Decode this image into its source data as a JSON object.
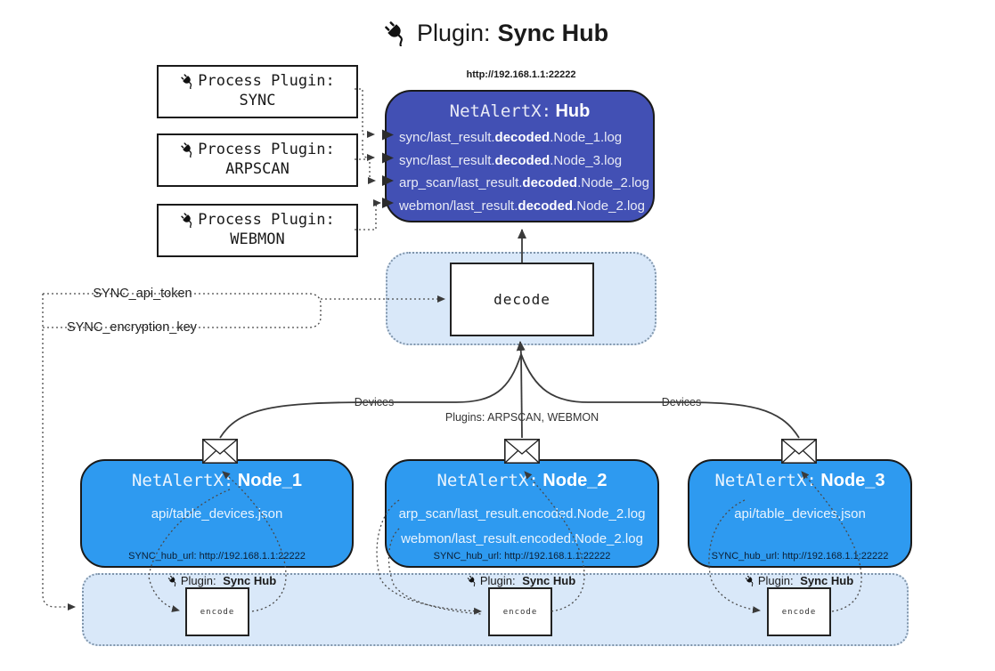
{
  "title": {
    "prefix": "Plugin:",
    "bold": "Sync Hub"
  },
  "process_plugins": [
    {
      "label": "Process Plugin:",
      "name": "SYNC"
    },
    {
      "label": "Process Plugin:",
      "name": "ARPSCAN"
    },
    {
      "label": "Process Plugin:",
      "name": "WEBMON"
    }
  ],
  "hub": {
    "url": "http://192.168.1.1:22222",
    "title_prefix": "NetAlertX:",
    "title_bold": "Hub",
    "files": [
      {
        "pre": "sync/last_result.",
        "bold": "decoded",
        "post": ".Node_1.log"
      },
      {
        "pre": "sync/last_result.",
        "bold": "decoded",
        "post": ".Node_3.log"
      },
      {
        "pre": "arp_scan/last_result.",
        "bold": "decoded",
        "post": ".Node_2.log"
      },
      {
        "pre": "webmon/last_result.",
        "bold": "decoded",
        "post": ".Node_2.log"
      }
    ]
  },
  "decode": {
    "label": "decode"
  },
  "secrets": {
    "api_token": "SYNC_api_token",
    "encryption_key": "SYNC_encryption_key"
  },
  "edges": {
    "devices_left": "Devices",
    "devices_right": "Devices",
    "plugins_center": "Plugins: ARPSCAN, WEBMON"
  },
  "nodes": [
    {
      "title_prefix": "NetAlertX:",
      "title_bold": "Node_1",
      "lines": [
        "api/table_devices.json"
      ],
      "footer": "SYNC_hub_url: http://192.168.1.1:22222"
    },
    {
      "title_prefix": "NetAlertX:",
      "title_bold": "Node_2",
      "lines": [
        "arp_scan/last_result.encoded.Node_2.log",
        "webmon/last_result.encoded.Node_2.log"
      ],
      "footer": "SYNC_hub_url: http://192.168.1.1:22222"
    },
    {
      "title_prefix": "NetAlertX:",
      "title_bold": "Node_3",
      "lines": [
        "api/table_devices.json"
      ],
      "footer": "SYNC_hub_url: http://192.168.1.1:22222"
    }
  ],
  "encoders": [
    {
      "plugin_prefix": "Plugin:",
      "plugin_bold": "Sync Hub",
      "box_label": "encode"
    },
    {
      "plugin_prefix": "Plugin:",
      "plugin_bold": "Sync Hub",
      "box_label": "encode"
    },
    {
      "plugin_prefix": "Plugin:",
      "plugin_bold": "Sync Hub",
      "box_label": "encode"
    }
  ],
  "colors": {
    "hub_fill": "#4250B4",
    "node_fill": "#2E9AF0",
    "panel_fill": "#D9E8F9",
    "panel_border": "#8095AB",
    "box_border": "#1A1A1A",
    "line": "#3A3A3A"
  }
}
